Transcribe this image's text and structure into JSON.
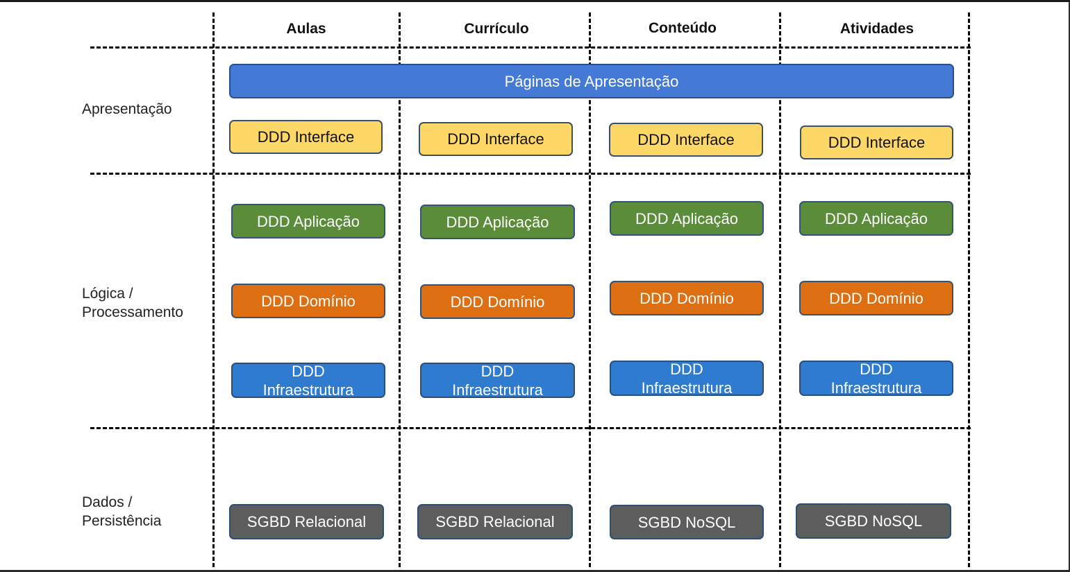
{
  "columns": [
    "Aulas",
    "Currículo",
    "Conteúdo",
    "Atividades"
  ],
  "rows": {
    "apresentacao": "Apresentação",
    "logica": [
      "Lógica /",
      "Processamento"
    ],
    "dados": [
      "Dados /",
      "Persistência"
    ]
  },
  "banner": "Páginas de Apresentação",
  "boxes": {
    "interface": "DDD Interface",
    "aplicacao": "DDD Aplicação",
    "dominio": "DDD Domínio",
    "infra": [
      "DDD",
      "Infraestrutura"
    ]
  },
  "databases": [
    "SGBD Relacional",
    "SGBD Relacional",
    "SGBD NoSQL",
    "SGBD NoSQL"
  ],
  "colors": {
    "interface": "#fdd867",
    "aplicacao": "#5a8c3a",
    "dominio": "#dd6f12",
    "infraestrutura": "#2e7bd0",
    "sgbd": "#5d5d5d",
    "paginas": "#4479d6"
  }
}
